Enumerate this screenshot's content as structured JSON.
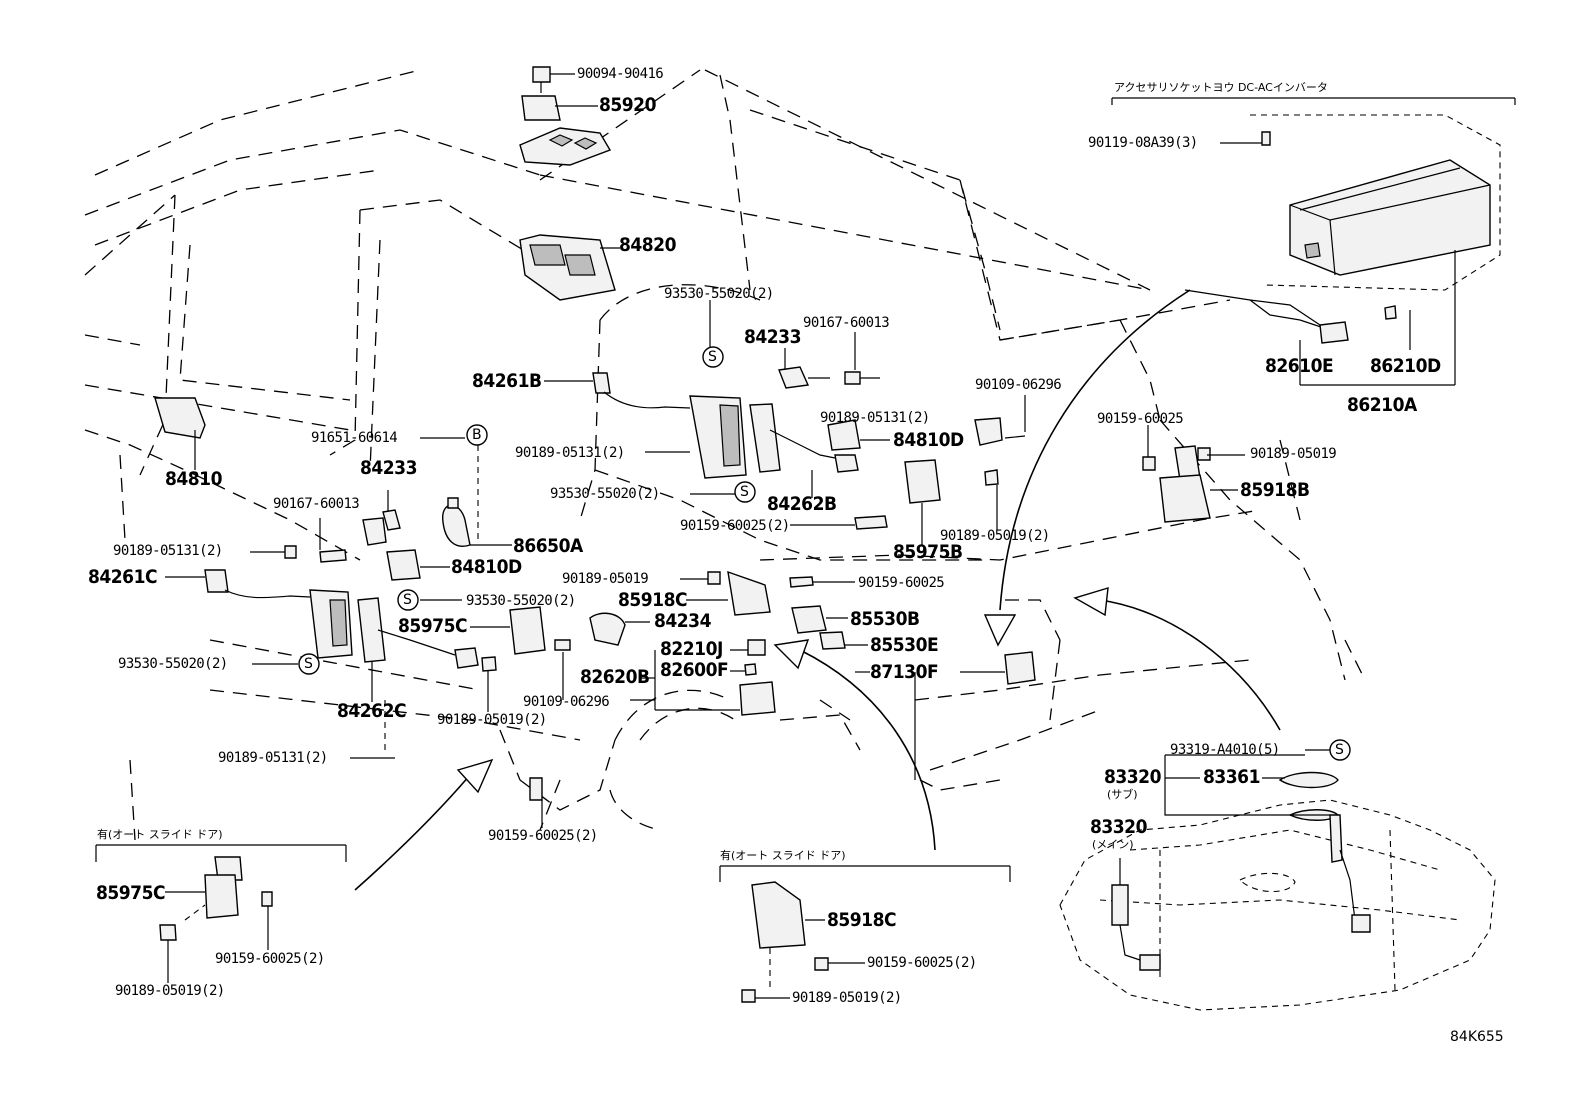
{
  "diagram_id": "84K655",
  "notes": {
    "accessory_socket": "アクセサリソケットヨウ DC-ACインバータ",
    "auto_slide_left": "有(オート スライド ドア)",
    "auto_slide_center": "有(オート スライド ドア)",
    "sub": "(サブ)",
    "main": "(メイン)"
  },
  "parts": {
    "p90094_90416": "90094-90416",
    "p85920": "85920",
    "p84820": "84820",
    "p93530_55020_top": "93530-55020(2)",
    "p84233_top": "84233",
    "p90167_60013_top": "90167-60013",
    "p84261B": "84261B",
    "p90189_05131_r": "90189-05131(2)",
    "p90109_06296_top": "90109-06296",
    "p84810D_r": "84810D",
    "p91651_60614": "91651-60614",
    "p90189_05131_mid": "90189-05131(2)",
    "p93530_55020_mid": "93530-55020(2)",
    "p84262B": "84262B",
    "p84810": "84810",
    "p84233_l": "84233",
    "p90167_60013_l": "90167-60013",
    "p90159_60025_mid": "90159-60025(2)",
    "p90189_05019_mid": "90189-05019(2)",
    "p85975B": "85975B",
    "p90189_05131_l": "90189-05131(2)",
    "p86650A": "86650A",
    "p84261C": "84261C",
    "p84810D_l": "84810D",
    "p90189_05019_c": "90189-05019",
    "p90159_60025_c": "90159-60025",
    "p93530_55020_l": "93530-55020(2)",
    "p85918C": "85918C",
    "p85530B": "85530B",
    "p85975C": "85975C",
    "p84234": "84234",
    "p85530E": "85530E",
    "p82210J": "82210J",
    "p93530_55020_ll": "93530-55020(2)",
    "p82620B": "82620B",
    "p82600F": "82600F",
    "p87130F": "87130F",
    "p84262C": "84262C",
    "p90189_05019_l": "90189-05019(2)",
    "p90109_06296_l": "90109-06296",
    "p90189_05131_bl": "90189-05131(2)",
    "p90159_60025_b": "90159-60025(2)",
    "p90119_08A39": "90119-08A39(3)",
    "p82610E": "82610E",
    "p86210D": "86210D",
    "p86210A": "86210A",
    "p90159_60025_r": "90159-60025",
    "p90189_05019_r": "90189-05019",
    "p85918B": "85918B",
    "p93319_A4010": "93319-A4010(5)",
    "p83320_sub": "83320",
    "p83361": "83361",
    "p83320_main": "83320",
    "p85975C_bl": "85975C",
    "p90159_60025_bl": "90159-60025(2)",
    "p90189_05019_bl": "90189-05019(2)",
    "p85918C_bc": "85918C",
    "p90159_60025_bc": "90159-60025(2)",
    "p90189_05019_bc": "90189-05019(2)"
  },
  "symbols": {
    "s": "S",
    "b": "B"
  }
}
